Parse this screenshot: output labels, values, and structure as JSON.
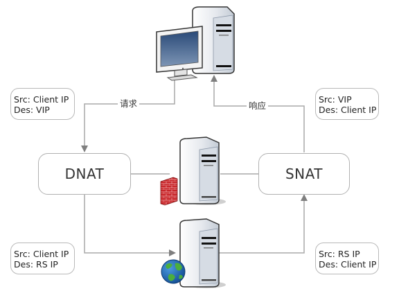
{
  "diagram": {
    "nodes": {
      "client": {
        "label": "",
        "icon": "desktop-computer-icon"
      },
      "dnat": {
        "label": "DNAT"
      },
      "snat": {
        "label": "SNAT"
      },
      "firewall_server": {
        "icon": "server-with-firewall-icon"
      },
      "real_server": {
        "icon": "server-with-globe-icon"
      }
    },
    "edges": {
      "request": {
        "label": "请求",
        "from": "client",
        "to": "dnat"
      },
      "response": {
        "label": "响应",
        "from": "snat",
        "to": "client"
      },
      "dnat_to_firewall": {
        "from": "dnat",
        "to": "firewall_server"
      },
      "firewall_to_snat": {
        "from": "firewall_server",
        "to": "snat"
      },
      "dnat_to_rs": {
        "from": "dnat",
        "to": "real_server"
      },
      "rs_to_snat": {
        "from": "real_server",
        "to": "snat"
      }
    },
    "notes": {
      "top_left": {
        "line1": "Src: Client IP",
        "line2": "Des: VIP"
      },
      "top_right": {
        "line1": "Src: VIP",
        "line2": "Des: Client IP"
      },
      "bottom_left": {
        "line1": "Src: Client IP",
        "line2": "Des: RS IP"
      },
      "bottom_right": {
        "line1": "Src: RS IP",
        "line2": "Des: Client IP"
      }
    },
    "colors": {
      "line": "#a9a9a9",
      "arrow": "#7f7f7f",
      "firewall": "#c8262a",
      "globe_ocean": "#1f6fc0",
      "globe_land": "#4cae3c",
      "screen": "#2c4f7e"
    }
  }
}
